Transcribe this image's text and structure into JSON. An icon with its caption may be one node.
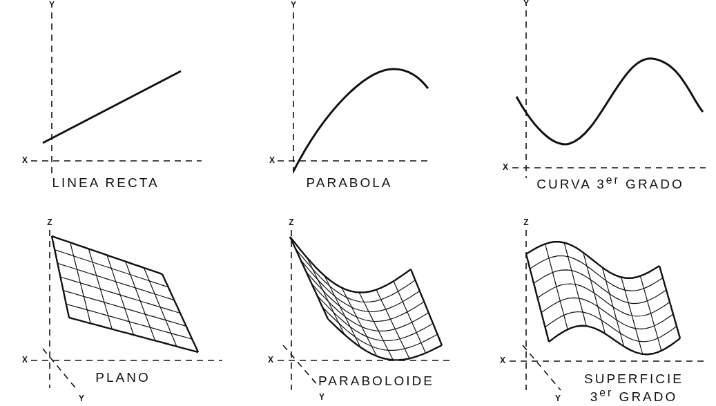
{
  "diagram": {
    "labels": [
      "Y",
      "X",
      "LINEA RECTA",
      "Y",
      "X",
      "PARABOLA",
      "Y",
      "X",
      "CURVA 3$^{er}$ GRADO",
      "Z",
      "X",
      "Y",
      "PLANO",
      "Z",
      "X",
      "Y",
      "PARABOLOIDE",
      "Z",
      "X",
      "Y",
      "SUPERFICIE 3$^{er}$ GRADO"
    ]
  }
}
